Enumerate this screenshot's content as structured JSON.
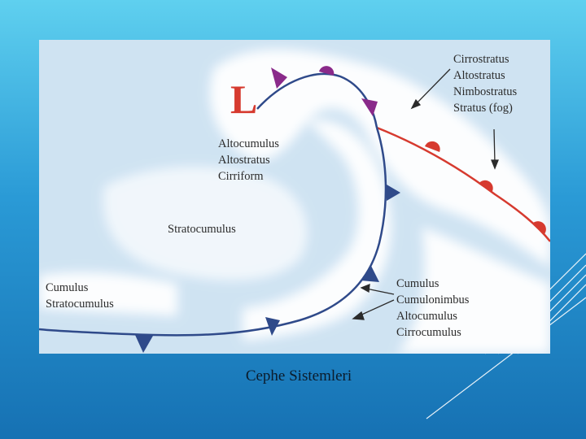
{
  "diagram": {
    "low_symbol": "L",
    "labels": {
      "upper_right": [
        "Cirrostratus",
        "Altostratus",
        "Nimbostratus",
        "Stratus (fog)"
      ],
      "upper_left": [
        "Altocumulus",
        "Altostratus",
        "Cirriform"
      ],
      "middle": [
        "Stratocumulus"
      ],
      "lower_left": [
        "Cumulus",
        "Stratocumulus"
      ],
      "lower_right": [
        "Cumulus",
        "Cumulonimbus",
        "Altocumulus",
        "Cirrocumulus"
      ]
    },
    "colors": {
      "warm_front": "#d63a2f",
      "cold_front": "#2f4a8a",
      "occluded_front": "#8a2a8a",
      "cloud": "#ffffff",
      "sky": "#cfe3f2"
    }
  },
  "caption": "Cephe Sistemleri"
}
